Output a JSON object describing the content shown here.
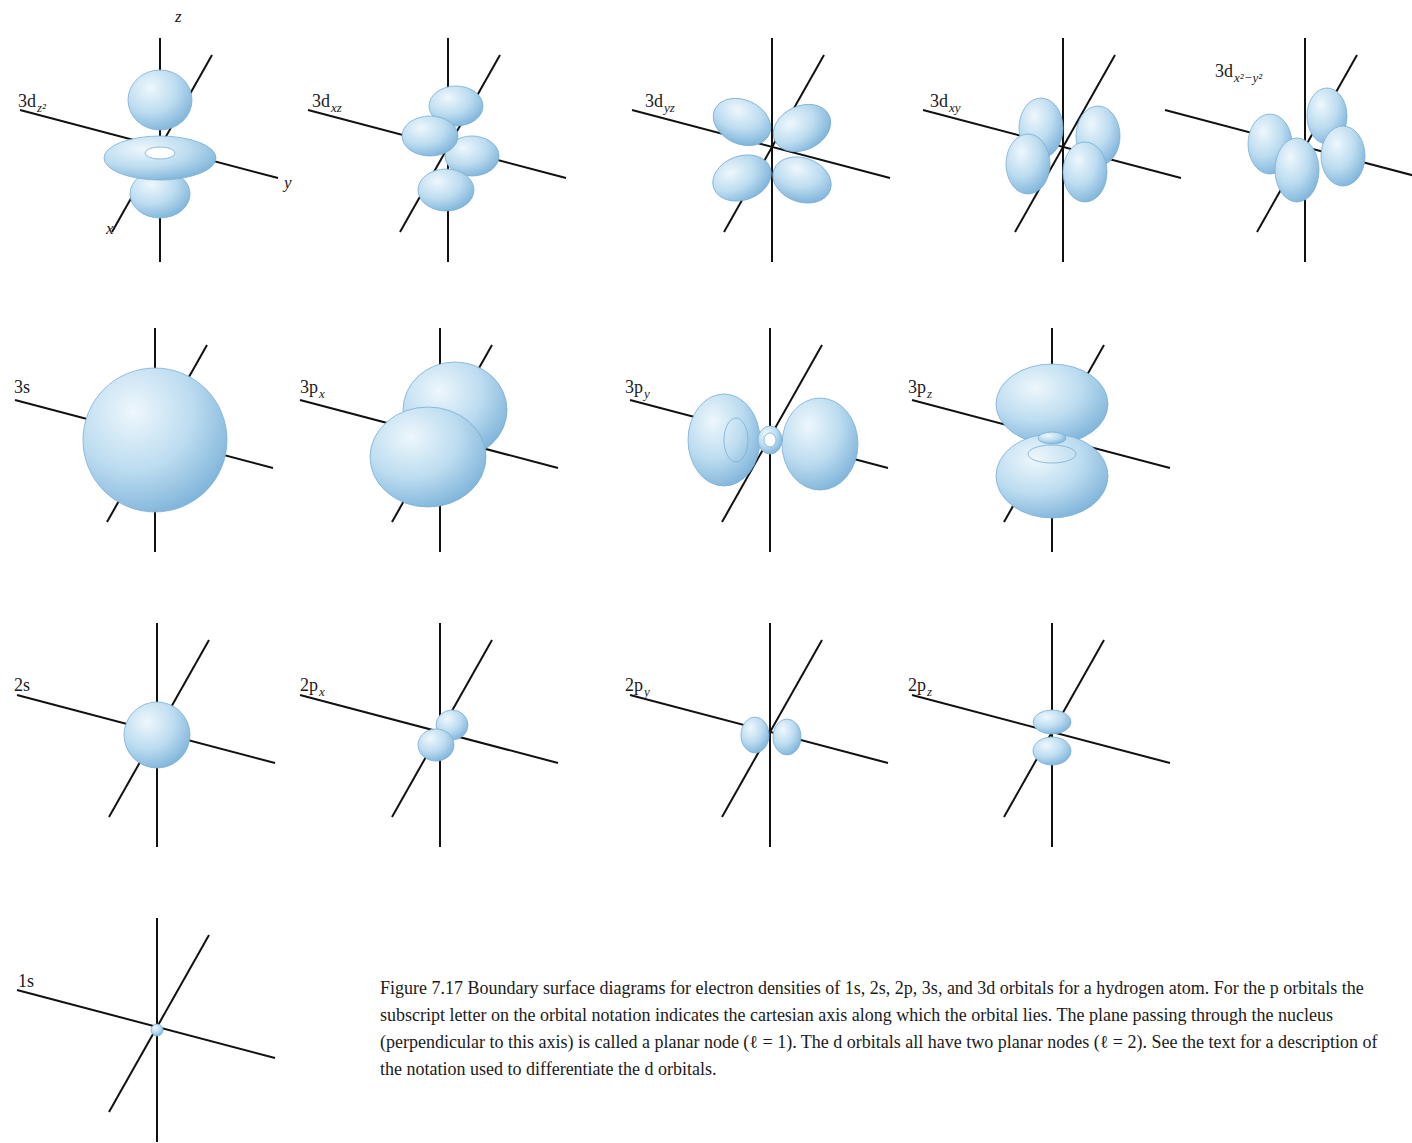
{
  "diagram": {
    "caption": "Figure 7.17 Boundary surface diagrams for electron densities of 1s, 2s, 2p, 3s, and 3d orbitals for a hydrogen atom. For the p orbitals the subscript letter on the orbital notation indicates the cartesian axis along which the orbital lies. The plane passing through the nucleus (perpendicular to this axis) is called a planar node (ℓ = 1). The d orbitals all have two planar nodes (ℓ = 2). See the text for a description of the notation used to differentiate the d orbitals.",
    "labels": [
      "z",
      "y",
      "x",
      "3d",
      "z²",
      "3d",
      "xz",
      "3d",
      "yz",
      "3d",
      "xy",
      "3d",
      "x²−y²",
      "3s",
      "3p",
      "x",
      "3p",
      "y",
      "3p",
      "z",
      "2s",
      "2p",
      "x",
      "2p",
      "y",
      "2p",
      "z",
      "1s"
    ]
  }
}
